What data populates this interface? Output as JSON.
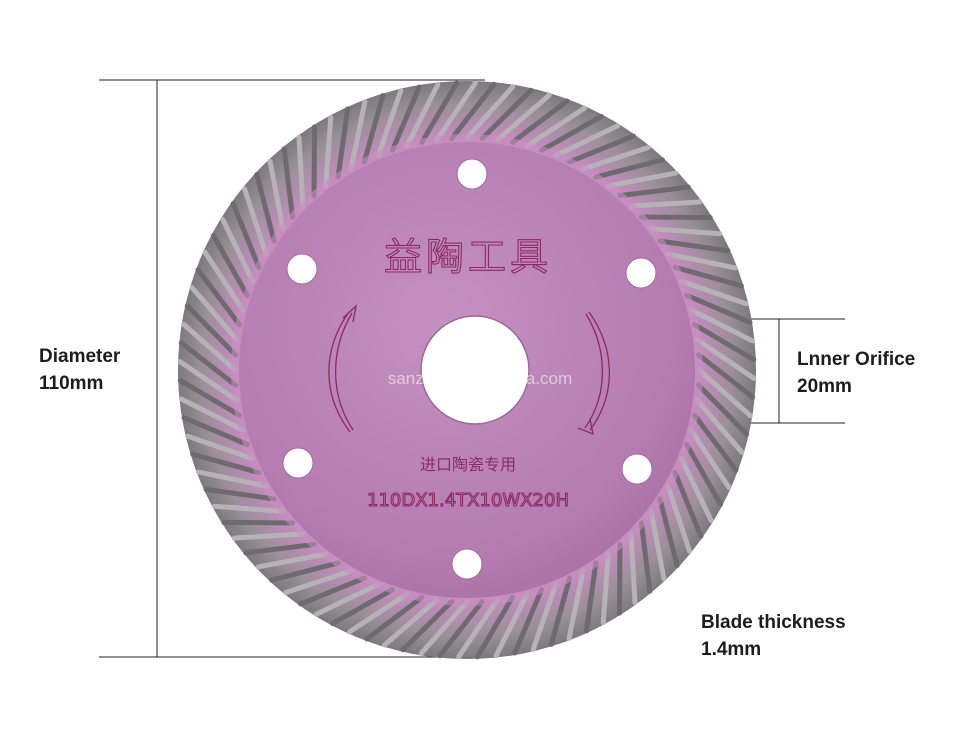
{
  "labels": {
    "diameter": {
      "title": "Diameter",
      "value": "110mm"
    },
    "orifice": {
      "title": "Lnner Orifice",
      "value": "20mm"
    },
    "thickness": {
      "title": "Blade thickness",
      "value": "1.4mm"
    }
  },
  "blade": {
    "brand_text": "益陶工具",
    "usage_text": "进口陶瓷专用",
    "spec_text": "110DX1.4TX10WX20H",
    "watermark": "sanzong.en.alibaba.com",
    "colors": {
      "body": "#b77fb4",
      "rim_metal": "#8a8888",
      "rim_pink": "#cf8fc8",
      "text": "#8c2a60"
    }
  }
}
